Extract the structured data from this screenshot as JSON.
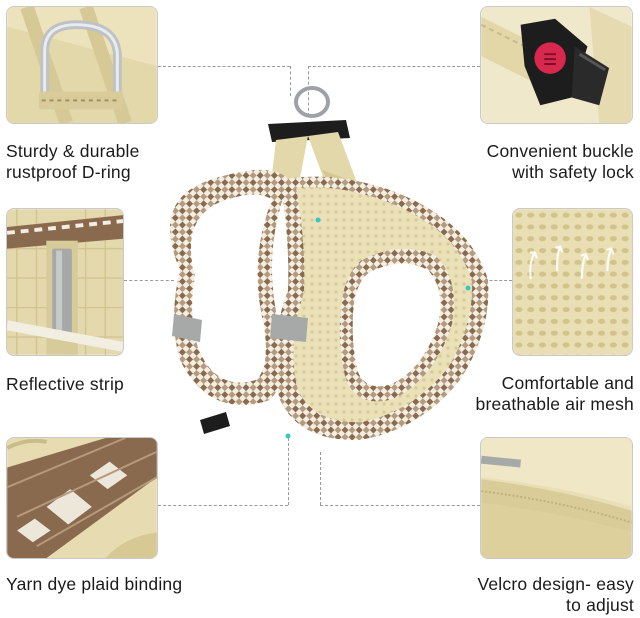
{
  "features": [
    {
      "id": "d-ring",
      "lines": [
        "Sturdy & durable",
        "rustproof D-ring"
      ]
    },
    {
      "id": "buckle",
      "lines": [
        "Convenient buckle",
        "with safety lock"
      ]
    },
    {
      "id": "reflective",
      "lines": [
        "Reflective strip"
      ]
    },
    {
      "id": "mesh",
      "lines": [
        "Comfortable and",
        "breathable air mesh"
      ]
    },
    {
      "id": "plaid",
      "lines": [
        "Yarn dye plaid binding"
      ]
    },
    {
      "id": "velcro",
      "lines": [
        "Velcro design- easy",
        "to adjust"
      ]
    }
  ],
  "colors": {
    "mesh": "#e9dfb6",
    "plaid_brown": "#8a6a4e",
    "plaid_light": "#f3eee2",
    "reflective": "#a7a9a8",
    "buckle_red": "#d9284d",
    "buckle_black": "#1d1d1d",
    "leader_line": "#9a9a9a",
    "marker": "#39c6c6"
  },
  "icons": [
    "d-ring-photo",
    "buckle-photo",
    "reflective-strip-photo",
    "air-mesh-photo",
    "plaid-binding-photo",
    "velcro-photo",
    "harness-photo"
  ]
}
